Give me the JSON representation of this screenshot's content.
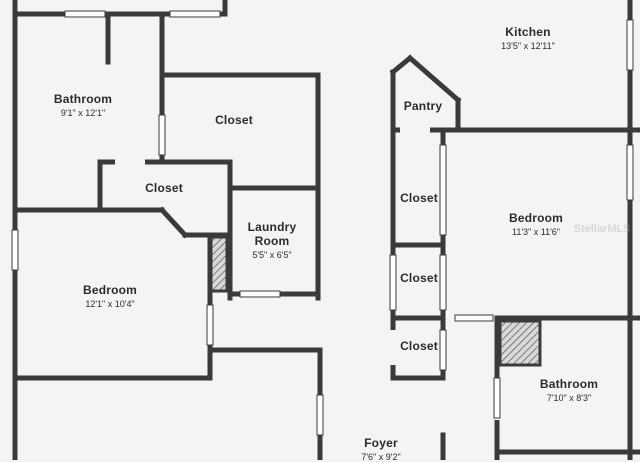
{
  "rooms": {
    "kitchen": {
      "name": "Kitchen",
      "dims": "13'5\" x 12'11\""
    },
    "bathroom_upper": {
      "name": "Bathroom",
      "dims": "9'1\" x 12'1\""
    },
    "closet_upper": {
      "name": "Closet"
    },
    "pantry": {
      "name": "Pantry"
    },
    "closet_mid": {
      "name": "Closet"
    },
    "laundry": {
      "name_line1": "Laundry",
      "name_line2": "Room",
      "dims": "5'5\" x 6'5\""
    },
    "bedroom_left": {
      "name": "Bedroom",
      "dims": "12'1\" x 10'4\""
    },
    "bedroom_right": {
      "name": "Bedroom",
      "dims": "11'3\" x 11'6\""
    },
    "closet_r1": {
      "name": "Closet"
    },
    "closet_r2": {
      "name": "Closet"
    },
    "closet_r3": {
      "name": "Closet"
    },
    "bathroom_lower": {
      "name": "Bathroom",
      "dims": "7'10\" x 8'3\""
    },
    "foyer": {
      "name": "Foyer",
      "dims": "7'6\" x 9'2\""
    }
  },
  "watermark": "StellarMLS",
  "colors": {
    "wall": "#3a3a3a",
    "floor": "#f4f4f4",
    "window": "#ffffff"
  }
}
